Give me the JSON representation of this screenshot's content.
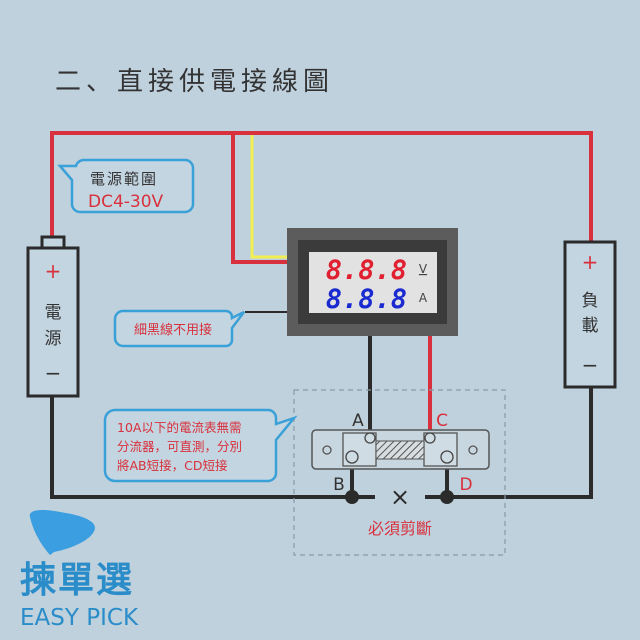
{
  "title": "二、直接供電接線圖",
  "power": {
    "plus": "+",
    "label_1": "電",
    "label_2": "源",
    "minus": "−"
  },
  "load": {
    "plus": "+",
    "label_1": "負",
    "label_2": "載",
    "minus": "−"
  },
  "callouts": {
    "range_title": "電源範圍",
    "range_value": "DC4-30V",
    "thin_wire": "細黑線不用接",
    "shunt_note": [
      "10A以下的電流表無需",
      "分流器，可直測，分別",
      "將AB短接，CD短接"
    ]
  },
  "meter": {
    "voltage_reading": "8.8.8",
    "voltage_unit": "V",
    "current_reading": "8.8.8",
    "current_unit": "A"
  },
  "terminals": {
    "a": "A",
    "b": "B",
    "c": "C",
    "d": "D"
  },
  "cut": {
    "mark": "×",
    "label": "必須剪斷"
  },
  "logo": {
    "name": "揀單選",
    "english": "EASY PICK"
  },
  "colors": {
    "background": "#bfd1dd",
    "red_wire": "#d8303c",
    "yellow_wire": "#f0ee50",
    "black_wire": "#2b2b2b",
    "callout": "#3aa0d8",
    "voltage_digits": "#e02030",
    "current_digits": "#1a2ad0",
    "logo": "#2a8cc8"
  }
}
